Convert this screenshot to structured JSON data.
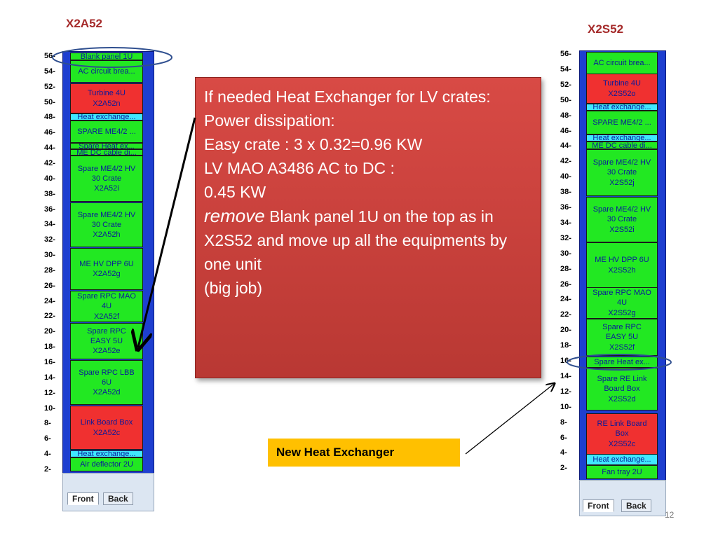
{
  "racks": {
    "left": {
      "title": "X2A52",
      "u_labels": [
        "56-",
        "54-",
        "52-",
        "50-",
        "48-",
        "46-",
        "44-",
        "42-",
        "40-",
        "38-",
        "36-",
        "34-",
        "32-",
        "30-",
        "28-",
        "26-",
        "24-",
        "22-",
        "20-",
        "18-",
        "16-",
        "14-",
        "12-",
        "10-",
        "8-",
        "6-",
        "4-",
        "2-"
      ],
      "modules": [
        {
          "label": "Blank panel 1U",
          "color": "green"
        },
        {
          "label": "AC circuit brea...",
          "color": "green"
        },
        {
          "label": "Turbine 4U\nX2A52n",
          "color": "red"
        },
        {
          "label": "Heat exchange...",
          "color": "cyan"
        },
        {
          "label": "SPARE ME4/2 ...",
          "color": "green"
        },
        {
          "label": "Spare Heat ex...",
          "color": "green"
        },
        {
          "label": "ME DC cable di...",
          "color": "green"
        },
        {
          "label": "Spare ME4/2 HV\n30 Crate\nX2A52i",
          "color": "green"
        },
        {
          "label": "Spare ME4/2 HV\n30 Crate\nX2A52h",
          "color": "green"
        },
        {
          "label": "ME HV DPP 6U\nX2A52g",
          "color": "green"
        },
        {
          "label": "Spare RPC MAO\n4U\nX2A52f",
          "color": "green"
        },
        {
          "label": "Spare RPC\nEASY 5U\nX2A52e",
          "color": "green"
        },
        {
          "label": "Spare RPC LBB\n6U\nX2A52d",
          "color": "green"
        },
        {
          "label": "Link Board Box\nX2A52c",
          "color": "red"
        },
        {
          "label": "Heat exchange...",
          "color": "cyan"
        },
        {
          "label": "Air deflector 2U",
          "color": "green"
        }
      ],
      "tabs": {
        "front": "Front",
        "back": "Back"
      }
    },
    "right": {
      "title": "X2S52",
      "u_labels": [
        "56-",
        "54-",
        "52-",
        "50-",
        "48-",
        "46-",
        "44-",
        "42-",
        "40-",
        "38-",
        "36-",
        "34-",
        "32-",
        "30-",
        "28-",
        "26-",
        "24-",
        "22-",
        "20-",
        "18-",
        "16-",
        "14-",
        "12-",
        "10-",
        "8-",
        "6-",
        "4-",
        "2-"
      ],
      "modules": [
        {
          "label": "AC circuit brea...",
          "color": "green"
        },
        {
          "label": "Turbine 4U\nX2S52o",
          "color": "red"
        },
        {
          "label": "Heat exchange...",
          "color": "cyan"
        },
        {
          "label": "SPARE ME4/2 ...",
          "color": "green"
        },
        {
          "label": "Heat exchange...",
          "color": "cyan"
        },
        {
          "label": "ME DC cable di...",
          "color": "green"
        },
        {
          "label": "Spare ME4/2 HV\n30 Crate\nX2S52j",
          "color": "green"
        },
        {
          "label": "Spare ME4/2 HV\n30 Crate\nX2S52i",
          "color": "green"
        },
        {
          "label": "ME HV DPP 6U\nX2S52h",
          "color": "green"
        },
        {
          "label": "Spare RPC MAO\n4U\nX2S52g",
          "color": "green"
        },
        {
          "label": "Spare RPC\nEASY 5U\nX2S52f",
          "color": "green"
        },
        {
          "label": "Spare Heat ex...",
          "color": "green"
        },
        {
          "label": "Spare RE Link\nBoard Box\nX2S52d",
          "color": "green"
        },
        {
          "label": "RE Link Board\nBox\nX2S52c",
          "color": "red"
        },
        {
          "label": "Heat exchange...",
          "color": "cyan"
        },
        {
          "label": "Fan tray 2U",
          "color": "green"
        }
      ],
      "tabs": {
        "front": "Front",
        "back": "Back"
      }
    }
  },
  "callout": {
    "line1": "If needed Heat Exchanger   for LV crates:",
    "line2": "Power dissipation:",
    "line3": "Easy crate : 3 x 0.32=0.96 KW",
    "line4": " LV MAO A3486 AC to DC :",
    "line5": "0.45 KW",
    "line6_em": "remove",
    "line6_rest": " Blank panel 1U on the top as in X2S52 and move up all the equipments by one unit",
    "line7": "(big  job)"
  },
  "note": "New Heat Exchanger",
  "page_number": "12",
  "colors": {
    "green": "#22e822",
    "red": "#f03030",
    "cyan": "#40e8ff",
    "rack_blue": "#0000ff",
    "callout_red": "#c8403b",
    "note_yellow": "#ffc000",
    "title_red": "#a52a2a",
    "highlight_ellipse": "#2f4f8f"
  }
}
